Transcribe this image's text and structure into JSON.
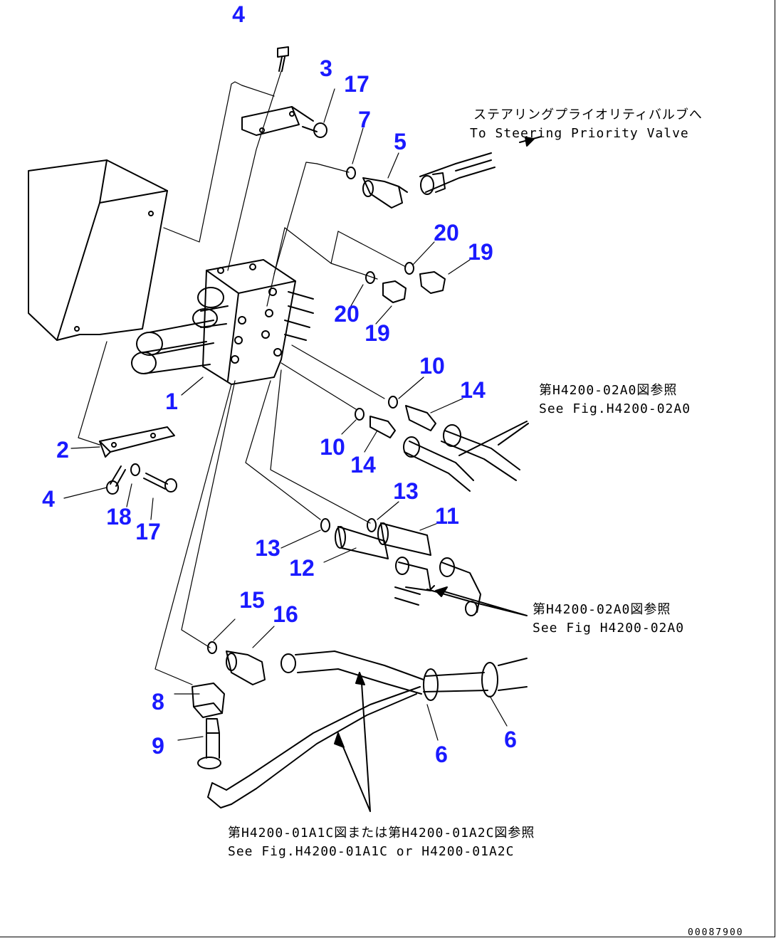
{
  "callouts": [
    "4",
    "3",
    "17",
    "7",
    "5",
    "20",
    "19",
    "20",
    "19",
    "1",
    "10",
    "14",
    "10",
    "14",
    "2",
    "4",
    "18",
    "17",
    "13",
    "11",
    "13",
    "12",
    "15",
    "16",
    "8",
    "9",
    "6",
    "6"
  ],
  "notes": {
    "steering_jp": "ステアリングプライオリティバルブへ",
    "steering_en": "To Steering Priority Valve",
    "ref1_jp": "第H4200-02A0図参照",
    "ref1_en": "See Fig.H4200-02A0",
    "ref2_jp": "第H4200-02A0図参照",
    "ref2_en": "See Fig H4200-02A0",
    "ref3_jp": "第H4200-01A1C図または第H4200-01A2C図参照",
    "ref3_en": "See Fig.H4200-01A1C or H4200-01A2C"
  },
  "drawing_number": "00087900",
  "colors": {
    "callout": "#1a1aff",
    "line": "#000000"
  }
}
